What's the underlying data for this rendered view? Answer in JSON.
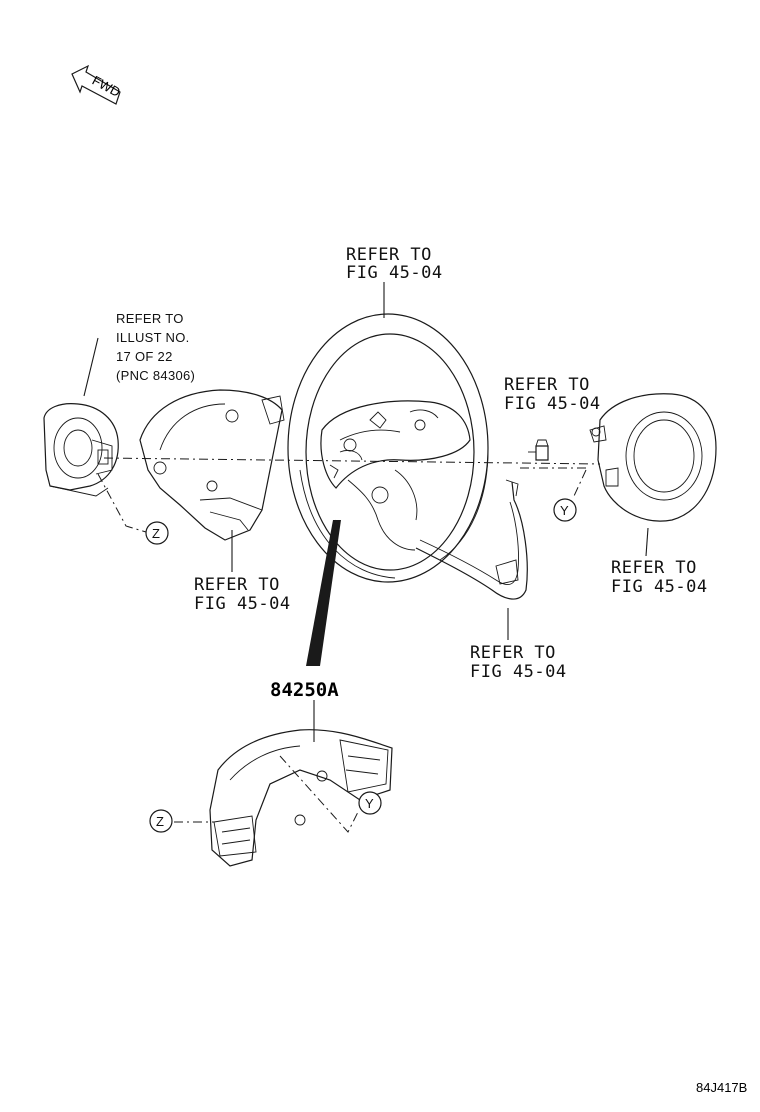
{
  "fwd": {
    "label": "FWD"
  },
  "refs": {
    "wheel_top": [
      "REFER TO",
      "FIG 45-04"
    ],
    "spiral_cable": [
      "REFER TO",
      "ILLUST NO.",
      "17 OF 22",
      "(PNC 84306)"
    ],
    "bolt": [
      "REFER TO",
      "FIG 45-04"
    ],
    "rear_cover": [
      "REFER TO",
      "FIG 45-04"
    ],
    "airbag": [
      "REFER TO",
      "FIG 45-04"
    ],
    "lower_cover": [
      "REFER TO",
      "FIG 45-04"
    ]
  },
  "part_number": "84250A",
  "markers": {
    "z": "Z",
    "y": "Y"
  },
  "figure_code": "84J417B"
}
